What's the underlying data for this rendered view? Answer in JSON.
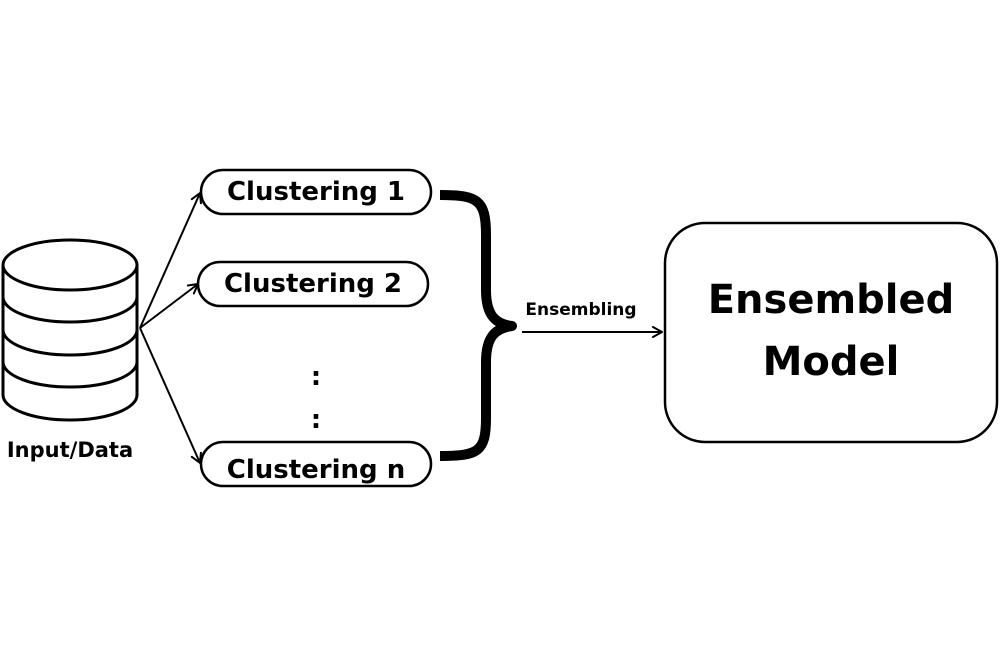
{
  "diagram": {
    "input_label": "Input/Data",
    "clusterings": [
      "Clustering 1",
      "Clustering 2",
      "Clustering n"
    ],
    "ellipsis": ":",
    "edge_label": "Ensembling",
    "output_lines": [
      "Ensembled",
      "Model"
    ]
  },
  "colors": {
    "stroke": "#000000",
    "background": "#ffffff"
  }
}
